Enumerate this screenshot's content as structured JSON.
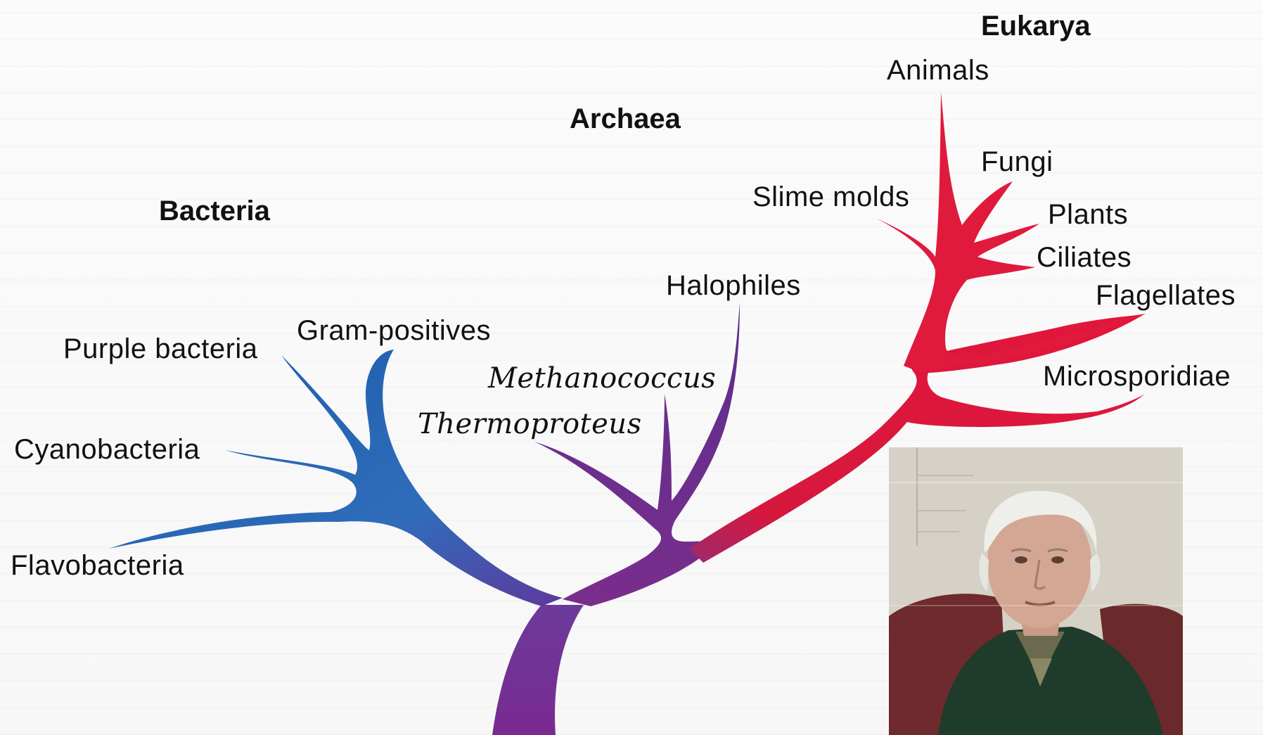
{
  "domains": {
    "bacteria": "Bacteria",
    "archaea": "Archaea",
    "eukarya": "Eukarya"
  },
  "bacteria_taxa": {
    "purple_bacteria": "Purple bacteria",
    "gram_positives": "Gram-positives",
    "cyanobacteria": "Cyanobacteria",
    "flavobacteria": "Flavobacteria"
  },
  "archaea_taxa": {
    "methanococcus": "Methanococcus",
    "thermoproteus": "Thermoproteus",
    "halophiles": "Halophiles"
  },
  "eukarya_taxa": {
    "animals": "Animals",
    "slime_molds": "Slime molds",
    "fungi": "Fungi",
    "plants": "Plants",
    "ciliates": "Ciliates",
    "flagellates": "Flagellates",
    "microsporidiae": "Microsporidiae"
  },
  "colors": {
    "bacteria_branch": "#1f5fae",
    "archaea_branch": "#6b2f8f",
    "eukarya_branch": "#e3163a",
    "trunk": "#7a2e8e"
  },
  "photo": {
    "description_icon": "portrait-photo"
  }
}
